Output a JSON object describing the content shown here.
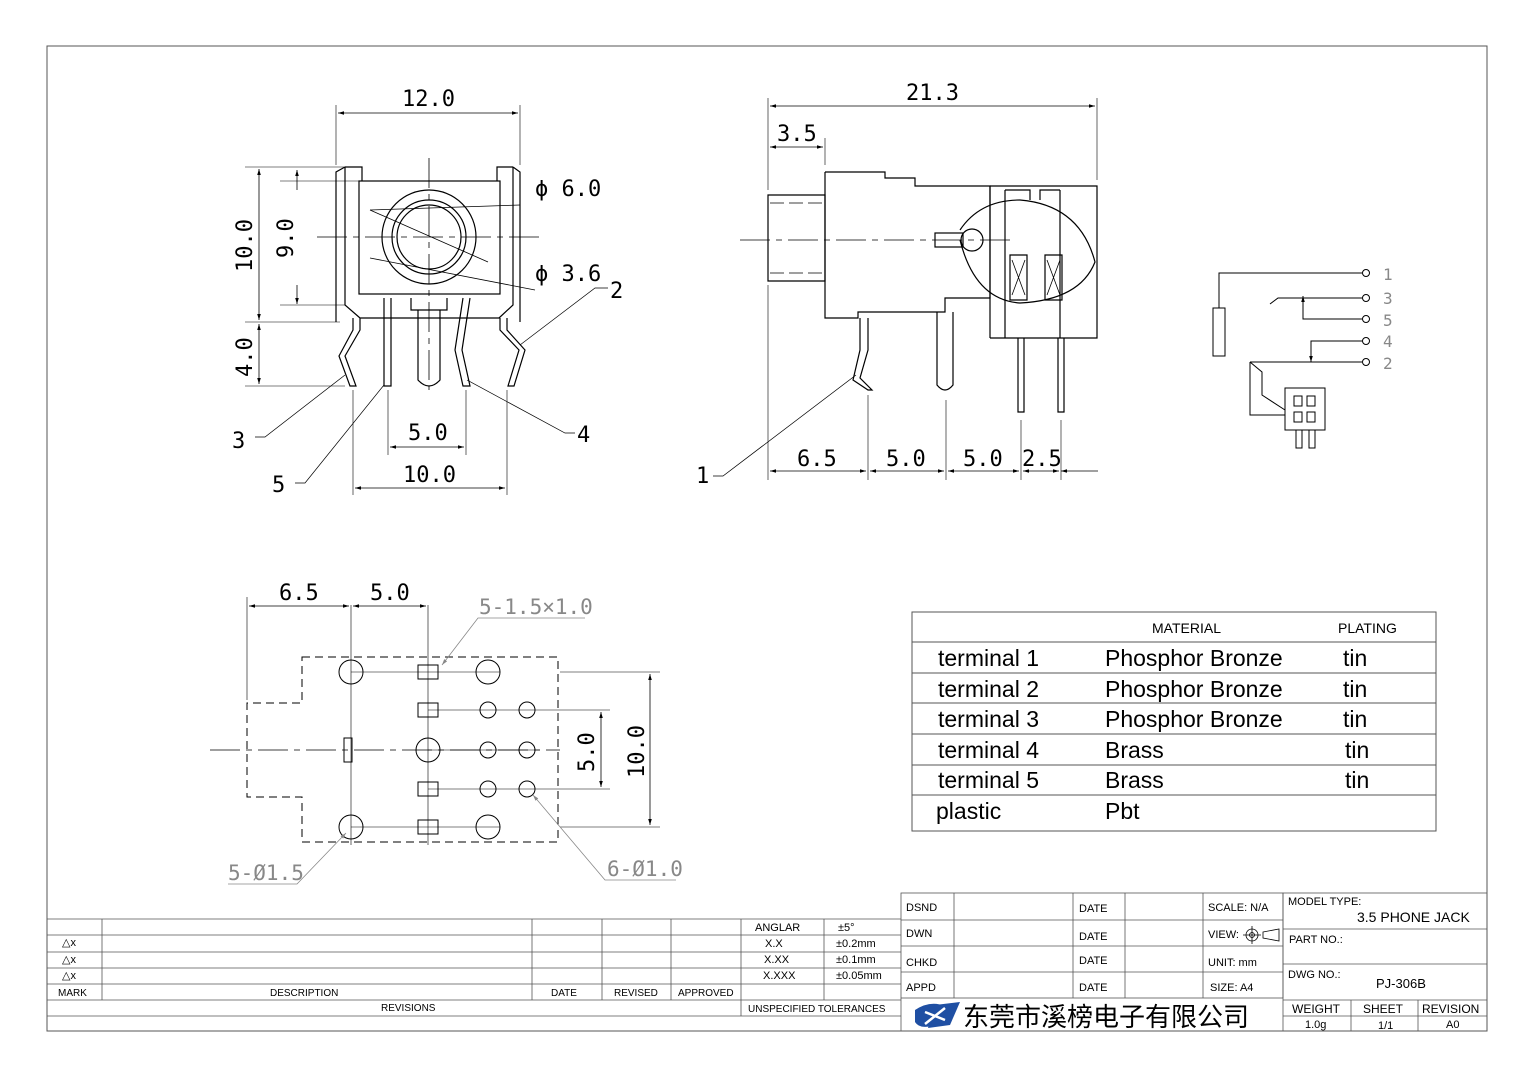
{
  "dims": {
    "front_width": "12.0",
    "front_height": "10.0",
    "front_inner_height": "9.0",
    "pin_length": "4.0",
    "outer_diameter": "ϕ 6.0",
    "inner_diameter": "ϕ 3.6",
    "pin_spacing": "5.0",
    "pin_span": "10.0",
    "side_length": "21.3",
    "side_front": "3.5",
    "side_d1": "6.5",
    "side_d2": "5.0",
    "side_d3": "5.0",
    "side_d4": "2.5",
    "pcb_d1": "6.5",
    "pcb_d2": "5.0",
    "pcb_pad": "5-1.5×1.0",
    "pcb_height": "10.0",
    "pcb_mid": "5.0",
    "pcb_holes_large": "5-Ø1.5",
    "pcb_holes_small": "6-Ø1.0"
  },
  "callouts": {
    "c1": "1",
    "c2": "2",
    "c3": "3",
    "c4": "4",
    "c5": "5"
  },
  "schematic": {
    "p1": "1",
    "p3": "3",
    "p5": "5",
    "p4": "4",
    "p2": "2"
  },
  "materials": {
    "header_material": "MATERIAL",
    "header_plating": "PLATING",
    "rows": [
      {
        "part": "terminal 1",
        "material": "Phosphor Bronze",
        "plating": "tin"
      },
      {
        "part": "terminal 2",
        "material": "Phosphor Bronze",
        "plating": "tin"
      },
      {
        "part": "terminal 3",
        "material": "Phosphor Bronze",
        "plating": "tin"
      },
      {
        "part": "terminal 4",
        "material": "Brass",
        "plating": "tin"
      },
      {
        "part": "terminal 5",
        "material": "Brass",
        "plating": "tin"
      },
      {
        "part": "plastic",
        "material": "Pbt",
        "plating": ""
      }
    ]
  },
  "revisions": {
    "delta": "△x",
    "mark": "MARK",
    "description": "DESCRIPTION",
    "date": "DATE",
    "revised": "REVISED",
    "approved": "APPROVED",
    "revisions": "REVISIONS"
  },
  "tolerances": {
    "rows": [
      {
        "label": "ANGLAR",
        "value": "±5°"
      },
      {
        "label": "X.X",
        "value": "±0.2mm"
      },
      {
        "label": "X.XX",
        "value": "±0.1mm"
      },
      {
        "label": "X.XXX",
        "value": "±0.05mm"
      }
    ],
    "title": "UNSPECIFIED TOLERANCES"
  },
  "signoff": {
    "dsnd": "DSND",
    "dwn": "DWN",
    "chkd": "CHKD",
    "appd": "APPD",
    "date": "DATE"
  },
  "info": {
    "scale": "SCALE: N/A",
    "view": "VIEW:",
    "unit": "UNIT: mm",
    "size": "SIZE: A4",
    "model_type_label": "MODEL TYPE:",
    "model_type": "3.5 PHONE JACK",
    "part_no_label": "PART NO.:",
    "dwg_no_label": "DWG NO.:",
    "dwg_no": "PJ-306B",
    "weight_label": "WEIGHT",
    "weight": "1.0g",
    "sheet_label": "SHEET",
    "sheet": "1/1",
    "revision_label": "REVISION",
    "revision": "A0"
  },
  "company": {
    "name": "东莞市溪榜电子有限公司",
    "logo_color": "#1f4fa3"
  }
}
